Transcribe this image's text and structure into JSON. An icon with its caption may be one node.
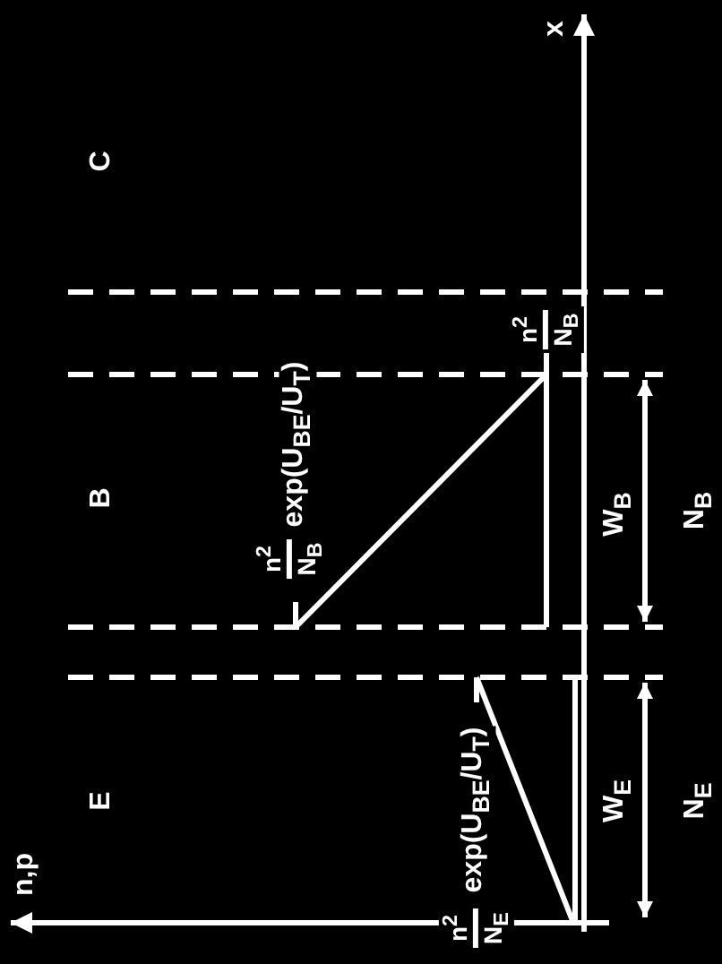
{
  "diagram": {
    "labels": [
      "x",
      "C",
      "B",
      "E",
      "n,p",
      "n$^{2}$",
      "N$_{B}$",
      "exp(U$_{BE}$/U$_{T}$)",
      "n$^{2}$",
      "N$_{B}$",
      "exp(U$_{BE}$/U$_{T}$)",
      "n$^{2}$",
      "N$_{E}$",
      "W$_{B}$",
      "N$_{B}$",
      "W$_{E}$",
      "N$_{E}$"
    ]
  }
}
